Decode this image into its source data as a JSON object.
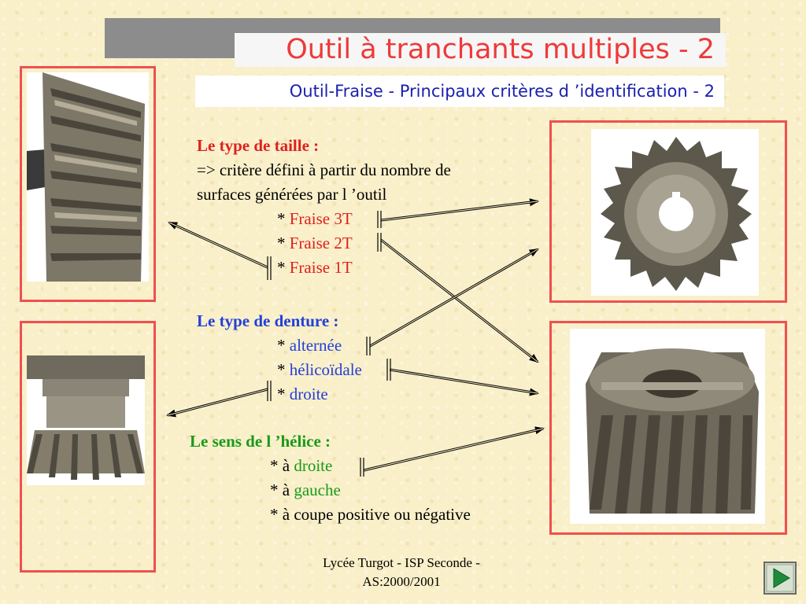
{
  "title": "Outil à tranchants multiples - 2",
  "subtitle": "Outil-Fraise - Principaux critères d ’identification - 2",
  "section_taille": {
    "heading": "Le type de taille :",
    "line1": "=> critère défini à partir du nombre de",
    "line2": "surfaces générées par l ’outil",
    "items": [
      "Fraise 3T",
      "Fraise 2T",
      "Fraise 1T"
    ]
  },
  "section_denture": {
    "heading": "Le type de denture :",
    "items": [
      "alternée",
      "hélicoïdale",
      "droite"
    ]
  },
  "section_helice": {
    "heading": "Le sens de l ’hélice :",
    "prefix": "à",
    "items": [
      "droite",
      "gauche"
    ],
    "last_item": "à coupe positive ou négative"
  },
  "bullet": "*",
  "footer": {
    "line1": "Lycée Turgot - ISP Seconde -",
    "line2": "AS:2000/2001"
  },
  "nav": {
    "icon": "play-next-icon"
  },
  "colors": {
    "title": "#ee3a3a",
    "subtitle": "#1a20b0",
    "frame": "#ef5050",
    "red": "#e02020",
    "blue": "#2440d8",
    "green": "#1a9a1a"
  }
}
